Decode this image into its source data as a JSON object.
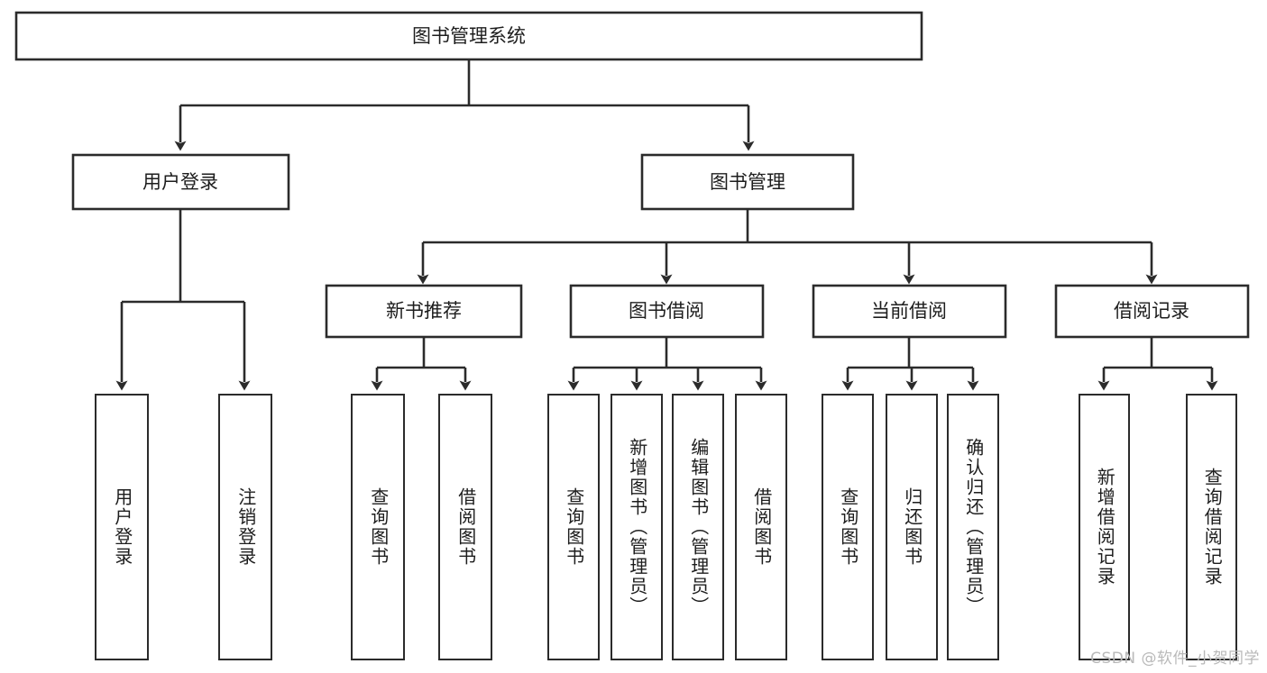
{
  "diagram": {
    "type": "tree",
    "orientation": "top-down",
    "title": "图书管理系统",
    "watermark": "CSDN @软件_小贺同学",
    "colors": {
      "background": "#ffffff",
      "box_border": "#2b2b2b",
      "box_fill": "#ffffff",
      "text": "#1d1d1d",
      "connector": "#2b2b2b",
      "watermark": "#b9b9b9"
    },
    "root": {
      "label": "图书管理系统"
    },
    "level2": [
      {
        "label": "用户登录"
      },
      {
        "label": "图书管理"
      }
    ],
    "level3": [
      {
        "label": "新书推荐"
      },
      {
        "label": "图书借阅"
      },
      {
        "label": "当前借阅"
      },
      {
        "label": "借阅记录"
      }
    ],
    "leaves": {
      "user_login": [
        {
          "label": "用户登录"
        },
        {
          "label": "注销登录"
        }
      ],
      "new_book_recommend": [
        {
          "label": "查询图书"
        },
        {
          "label": "借阅图书"
        }
      ],
      "book_borrow": [
        {
          "label": "查询图书"
        },
        {
          "label": "新增图书（管理员）"
        },
        {
          "label": "编辑图书（管理员）"
        },
        {
          "label": "借阅图书"
        }
      ],
      "current_borrow": [
        {
          "label": "查询图书"
        },
        {
          "label": "归还图书"
        },
        {
          "label": "确认归还（管理员）"
        }
      ],
      "borrow_record": [
        {
          "label": "新增借阅记录"
        },
        {
          "label": "查询借阅记录"
        }
      ]
    }
  }
}
